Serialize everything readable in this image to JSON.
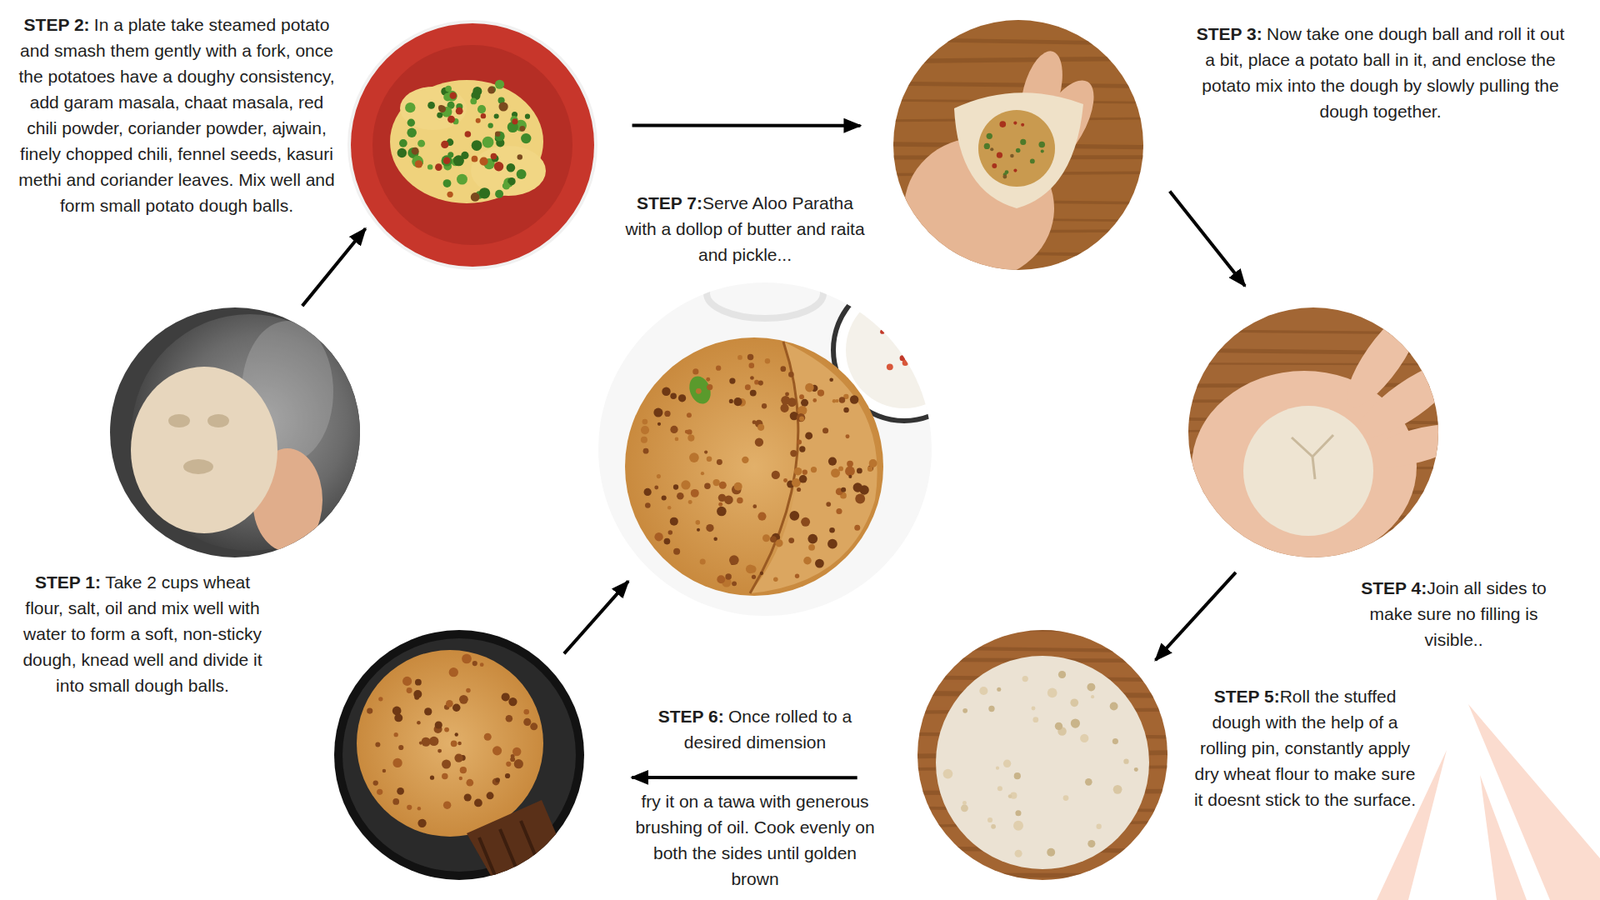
{
  "diagram": {
    "nodes": [
      {
        "text": [
          "STEP 1:",
          "Take 2 cups wheat flour, salt, oil and mix well with water to form a soft, non-sticky dough, knead well and divide it into small dough balls."
        ]
      },
      {
        "text": [
          "STEP 2:",
          "In a plate take steamed potato and smash them gently with a fork, once the potatoes have a doughy consistency, add garam masala, chaat masala, red chili powder, coriander powder, ajwain, finely chopped chili, fennel seeds, kasuri methi and coriander leaves. Mix well and form small potato dough balls."
        ]
      },
      {
        "text": [
          "STEP 3:",
          "Now take one dough ball and roll it out a bit, place a potato ball in it, and enclose the potato mix into the dough by slowly pulling the dough together."
        ]
      },
      {
        "text": [
          "STEP 4:",
          "Join all sides to make sure no filling is visible.."
        ]
      },
      {
        "text": [
          "STEP 5:",
          "Roll the stuffed dough with the help of a rolling pin, constantly apply dry wheat flour to make sure it doesnt stick to the surface."
        ]
      },
      {
        "text": [
          "STEP 6:",
          "Once rolled to a desired dimension",
          "fry it on a tawa with generous brushing of oil. Cook evenly on both the sides until golden brown"
        ]
      },
      {
        "text": [
          "STEP 7:",
          "Serve Aloo Paratha with a dollop of butter and raita and pickle..."
        ]
      }
    ],
    "edges": [
      {
        "from": 0,
        "to": 1,
        "arrow": "to"
      },
      {
        "from": 1,
        "to": 2,
        "arrow": "to"
      },
      {
        "from": 2,
        "to": 3,
        "arrow": "to"
      },
      {
        "from": 3,
        "to": 4,
        "arrow": "to"
      },
      {
        "from": 4,
        "to": 5,
        "arrow": "to"
      },
      {
        "from": 5,
        "to": 6,
        "arrow": "to"
      }
    ]
  }
}
